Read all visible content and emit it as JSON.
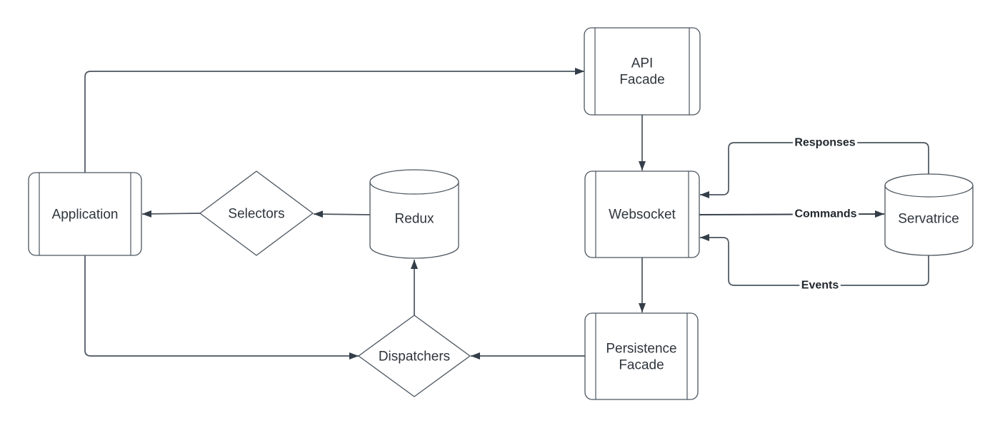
{
  "diagram": {
    "kind": "architecture-flowchart",
    "background_color": "#ffffff",
    "colors": {
      "shape_fill": "#ffffff",
      "shape_stroke": "#4b555f",
      "connector_stroke": "#4a545e",
      "arrowhead_fill": "#333e49",
      "node_text": "#2e353c",
      "edge_label_text": "#22282e"
    },
    "nodes": {
      "application": {
        "shape": "process",
        "label": "Application"
      },
      "selectors": {
        "shape": "decision",
        "label": "Selectors"
      },
      "redux": {
        "shape": "database",
        "label": "Redux"
      },
      "api_facade": {
        "shape": "process",
        "label_line1": "API",
        "label_line2": "Facade"
      },
      "websocket": {
        "shape": "process",
        "label": "Websocket"
      },
      "servatrice": {
        "shape": "database",
        "label": "Servatrice"
      },
      "persistence_facade": {
        "shape": "process",
        "label_line1": "Persistence",
        "label_line2": "Facade"
      },
      "dispatchers": {
        "shape": "decision",
        "label": "Dispatchers"
      }
    },
    "connections": [
      {
        "from": "application",
        "to": "api_facade",
        "label": ""
      },
      {
        "from": "api_facade",
        "to": "websocket",
        "label": ""
      },
      {
        "from": "websocket",
        "to": "servatrice",
        "label": "Commands"
      },
      {
        "from": "servatrice",
        "to": "websocket",
        "label": "Responses"
      },
      {
        "from": "servatrice",
        "to": "websocket",
        "label": "Events"
      },
      {
        "from": "websocket",
        "to": "persistence_facade",
        "label": ""
      },
      {
        "from": "persistence_facade",
        "to": "dispatchers",
        "label": ""
      },
      {
        "from": "dispatchers",
        "to": "redux",
        "label": ""
      },
      {
        "from": "redux",
        "to": "selectors",
        "label": ""
      },
      {
        "from": "selectors",
        "to": "application",
        "label": ""
      },
      {
        "from": "application",
        "to": "dispatchers",
        "label": ""
      }
    ]
  }
}
